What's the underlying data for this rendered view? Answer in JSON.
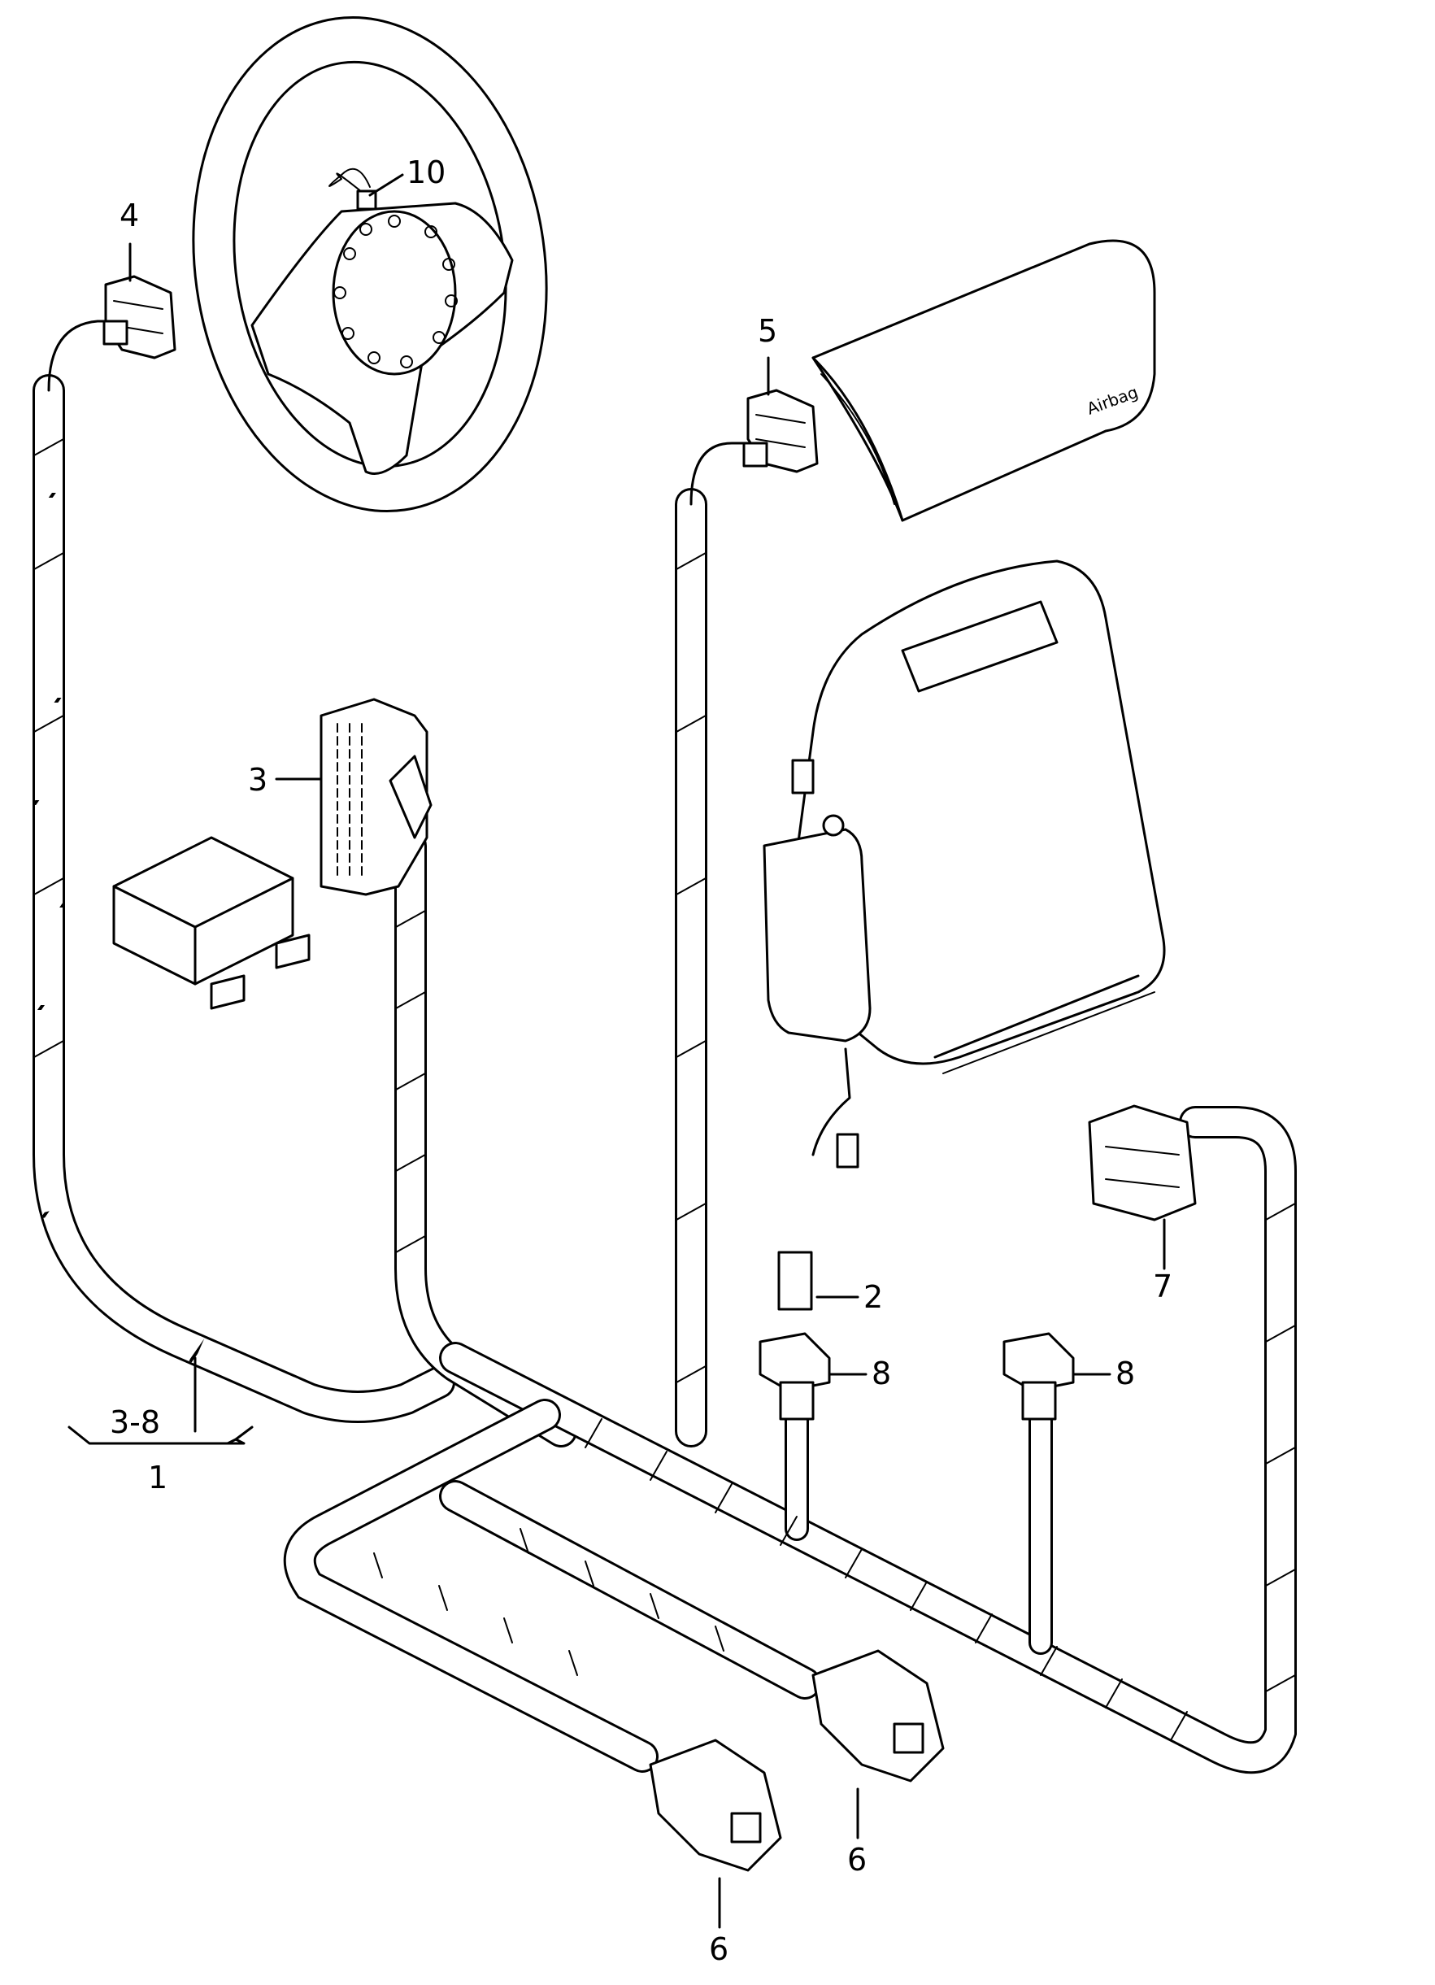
{
  "callouts": {
    "c10": "10",
    "c4": "4",
    "c5": "5",
    "c3": "3",
    "c7": "7",
    "c2": "2",
    "c8a": "8",
    "c8b": "8",
    "c6a": "6",
    "c6b": "6",
    "range": "3-8",
    "c1": "1"
  },
  "airbag_text": "Airbag"
}
